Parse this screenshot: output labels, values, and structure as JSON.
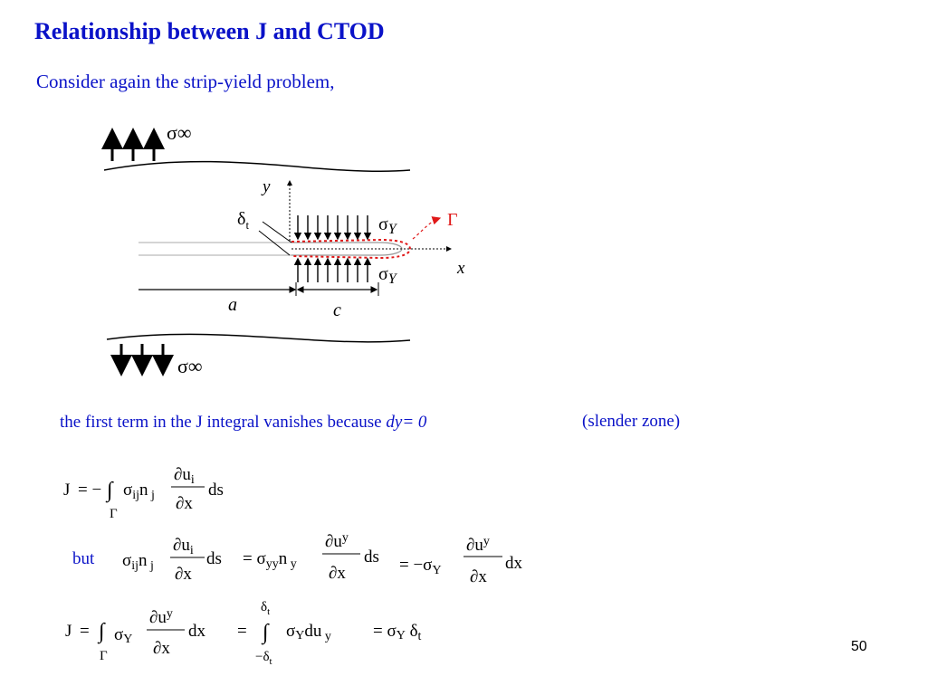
{
  "slide": {
    "title": "Relationship between J and CTOD",
    "intro": "Consider again the strip-yield  problem,",
    "note_main": "the first term in the J integral vanishes because ",
    "note_var": "dy",
    "note_eq": "= 0",
    "note_paren": "(slender zone)",
    "page_number": "50"
  },
  "diagram": {
    "sigma_inf": "σ∞",
    "y_label": "y",
    "x_label": "x",
    "delta_t": "δt",
    "sigma_Y": "σY",
    "gamma": "Γ",
    "a_label": "a",
    "c_label": "c"
  },
  "equations": {
    "but_label": "but",
    "J": "J",
    "gamma": "Γ",
    "partial_ui": "∂ui",
    "partial_uy": "∂uy",
    "partial_x": "∂x",
    "ds": "ds",
    "dx": "dx"
  },
  "colors": {
    "title_blue": "#0a12c8",
    "gamma_red": "#e01818"
  }
}
